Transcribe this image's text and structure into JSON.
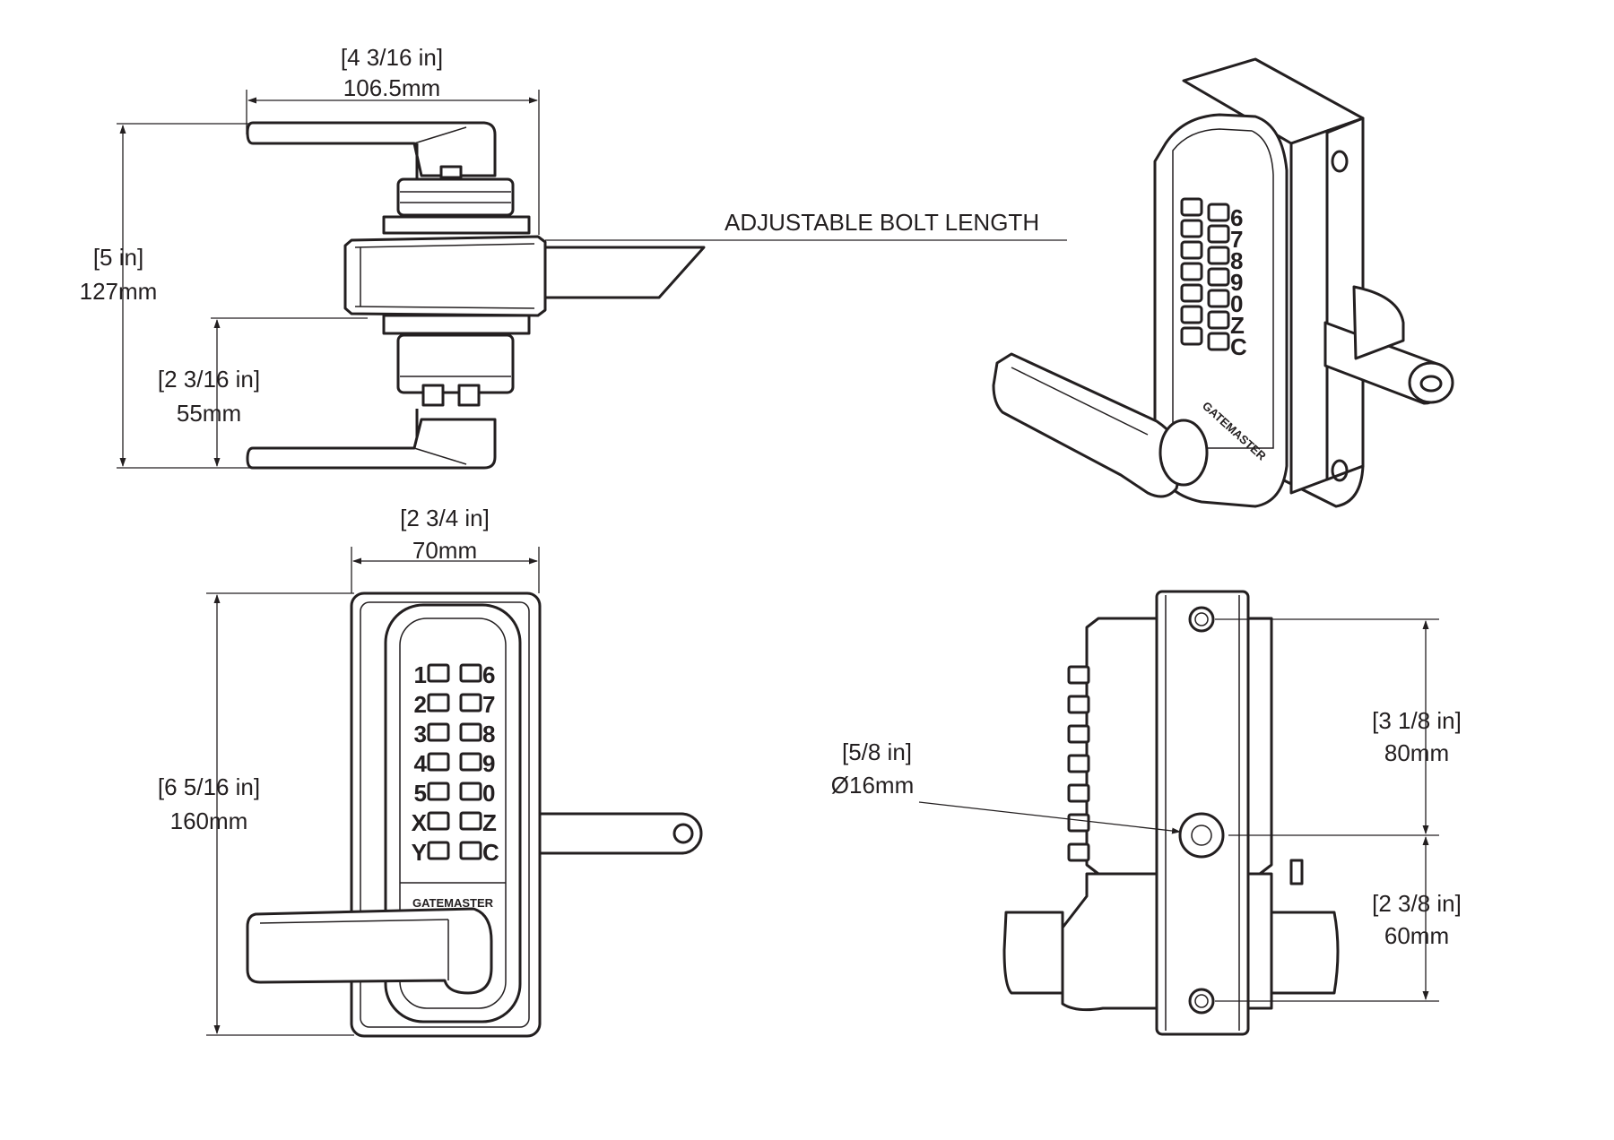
{
  "side_view": {
    "width_in": "[4 3/16 in]",
    "width_mm": "106.5mm",
    "height_in": "[5 in]",
    "height_mm": "127mm",
    "lever_in": "[2 3/16 in]",
    "lever_mm": "55mm",
    "bolt_note": "ADJUSTABLE BOLT LENGTH"
  },
  "front_view": {
    "width_in": "[2 3/4 in]",
    "width_mm": "70mm",
    "height_in": "[6 5/16 in]",
    "height_mm": "160mm",
    "keys_left": [
      "1",
      "2",
      "3",
      "4",
      "5",
      "X",
      "Y"
    ],
    "keys_right": [
      "6",
      "7",
      "8",
      "9",
      "0",
      "Z",
      "C"
    ],
    "brand": "GATEMASTER"
  },
  "rear_view": {
    "hole_in": "[5/8 in]",
    "hole_mm": "Ø16mm",
    "upper_in": "[3 1/8 in]",
    "upper_mm": "80mm",
    "lower_in": "[2 3/8 in]",
    "lower_mm": "60mm"
  },
  "iso_view": {
    "keys_right": [
      "6",
      "7",
      "8",
      "9",
      "0",
      "Z",
      "C"
    ],
    "brand": "GATEMASTER"
  }
}
